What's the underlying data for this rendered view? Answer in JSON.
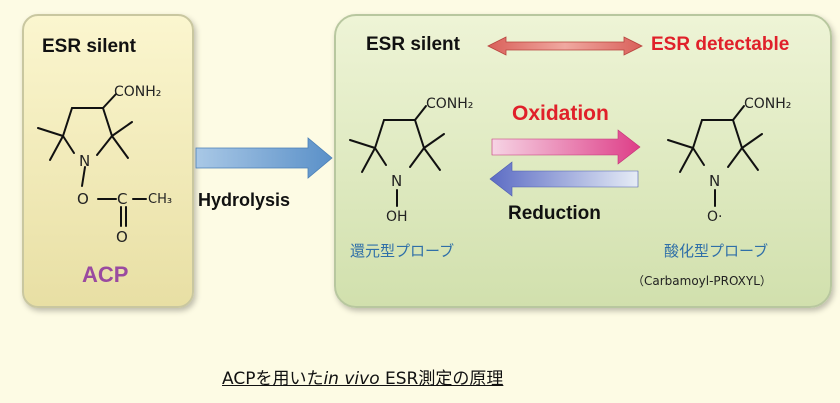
{
  "left_panel": {
    "header": "ESR silent",
    "label": "ACP",
    "substituent_top": "CONH₂",
    "atom_N": "N",
    "atom_O": "O",
    "atom_C": "C",
    "group_CH3": "CH₃",
    "carbonyl_O": "O"
  },
  "hydrolysis_label": "Hydrolysis",
  "right_panel": {
    "header_left": "ESR silent",
    "header_right": "ESR detectable",
    "oxidation_label": "Oxidation",
    "reduction_label": "Reduction",
    "reduced_molecule": {
      "substituent_top": "CONH₂",
      "atom_N": "N",
      "group": "OH",
      "caption": "還元型プローブ"
    },
    "oxidized_molecule": {
      "substituent_top": "CONH₂",
      "atom_N": "N",
      "group": "O·",
      "caption": "酸化型プローブ",
      "subcaption": "（Carbamoyl-PROXYL）"
    }
  },
  "caption": {
    "part1": "ACPを用いた",
    "part2_italic": "in vivo",
    "part3": " ESR測定の原理"
  },
  "colors": {
    "hydrolysis_arrow": "#6a9fd0",
    "oxidation_arrow": "#e0408a",
    "reduction_arrow": "#6a78c8",
    "header_arrow": "#d9605a",
    "acp_label": "#9a4aa0",
    "japanese_caption": "#2f6fa8"
  }
}
